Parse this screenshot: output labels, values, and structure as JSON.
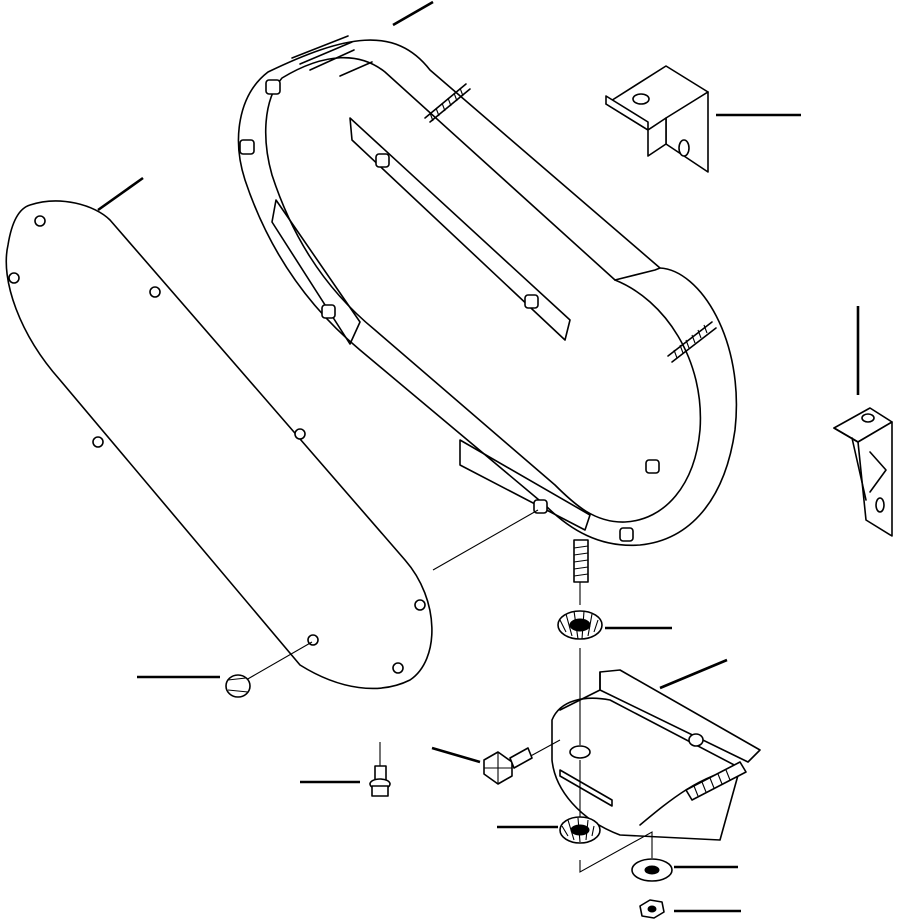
{
  "diagram": {
    "type": "exploded-parts-view",
    "colors": {
      "line": "#000000",
      "background": "#ffffff"
    },
    "parts": [
      "front-cover-plate",
      "belt-guard-housing",
      "upper-angle-bracket",
      "side-angle-bracket",
      "mounting-bracket",
      "stud-bolt",
      "lock-washer-upper",
      "lock-washer-lower",
      "flange-bolt",
      "small-flange-bolt",
      "cover-nut",
      "flat-washer",
      "hex-nut"
    ],
    "callouts": [
      "housing-callout",
      "cover-callout",
      "upper-bracket-callout",
      "side-bracket-callout",
      "lock-washer-callout",
      "mounting-bracket-callout",
      "cover-nut-callout",
      "flange-bolt-callout",
      "small-bolt-callout",
      "lower-lock-washer-callout",
      "flat-washer-callout",
      "hex-nut-callout"
    ]
  }
}
